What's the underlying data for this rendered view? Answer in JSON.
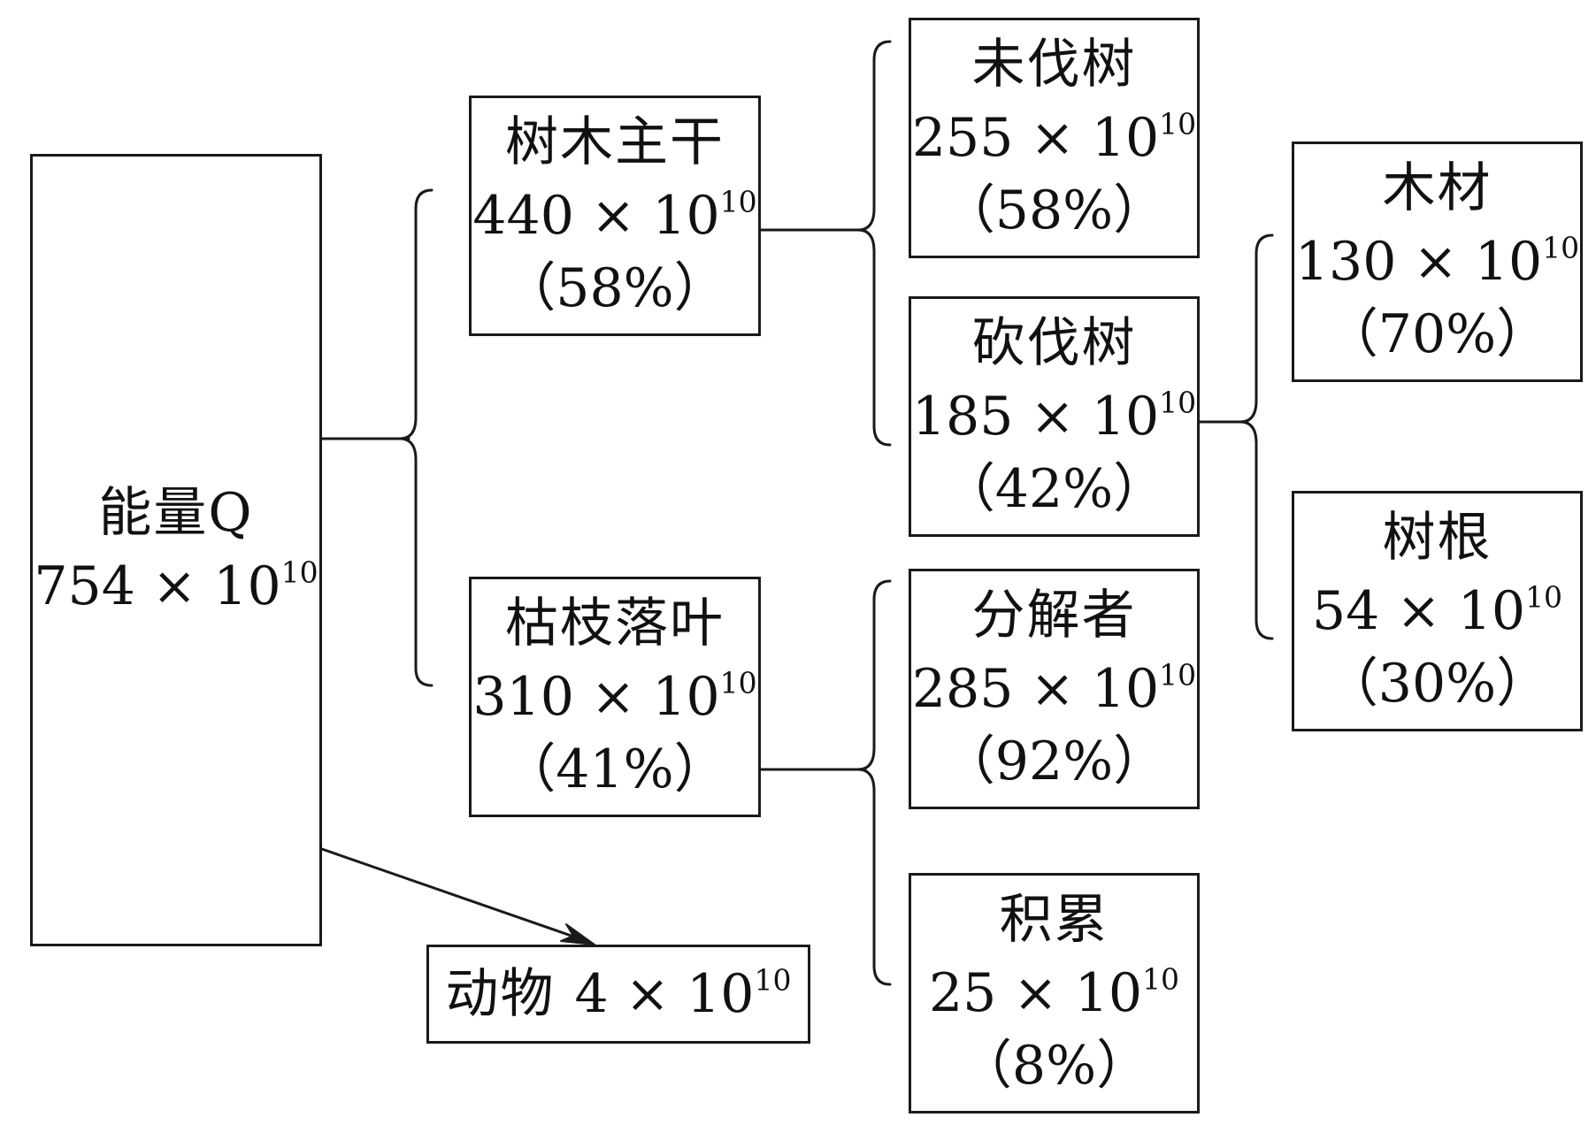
{
  "nodes": {
    "energy": {
      "name": "能量Q",
      "base": "754 × 10",
      "exp": "10"
    },
    "trunk": {
      "name": "树木主干",
      "base": "440 × 10",
      "exp": "10",
      "percent": "（58%）"
    },
    "litter": {
      "name": "枯枝落叶",
      "base": "310 × 10",
      "exp": "10",
      "percent": "（41%）"
    },
    "animal": {
      "name": "动物",
      "base": "4 × 10",
      "exp": "10"
    },
    "uncut": {
      "name": "未伐树",
      "base": "255 × 10",
      "exp": "10",
      "percent": "（58%）"
    },
    "cut": {
      "name": "砍伐树",
      "base": "185 × 10",
      "exp": "10",
      "percent": "（42%）"
    },
    "decomposer": {
      "name": "分解者",
      "base": "285 × 10",
      "exp": "10",
      "percent": "（92%）"
    },
    "accumulate": {
      "name": "积累",
      "base": "25 × 10",
      "exp": "10",
      "percent": "（8%）"
    },
    "timber": {
      "name": "木材",
      "base": "130 × 10",
      "exp": "10",
      "percent": "（70%）"
    },
    "root": {
      "name": "树根",
      "base": "54 × 10",
      "exp": "10",
      "percent": "（30%）"
    }
  }
}
